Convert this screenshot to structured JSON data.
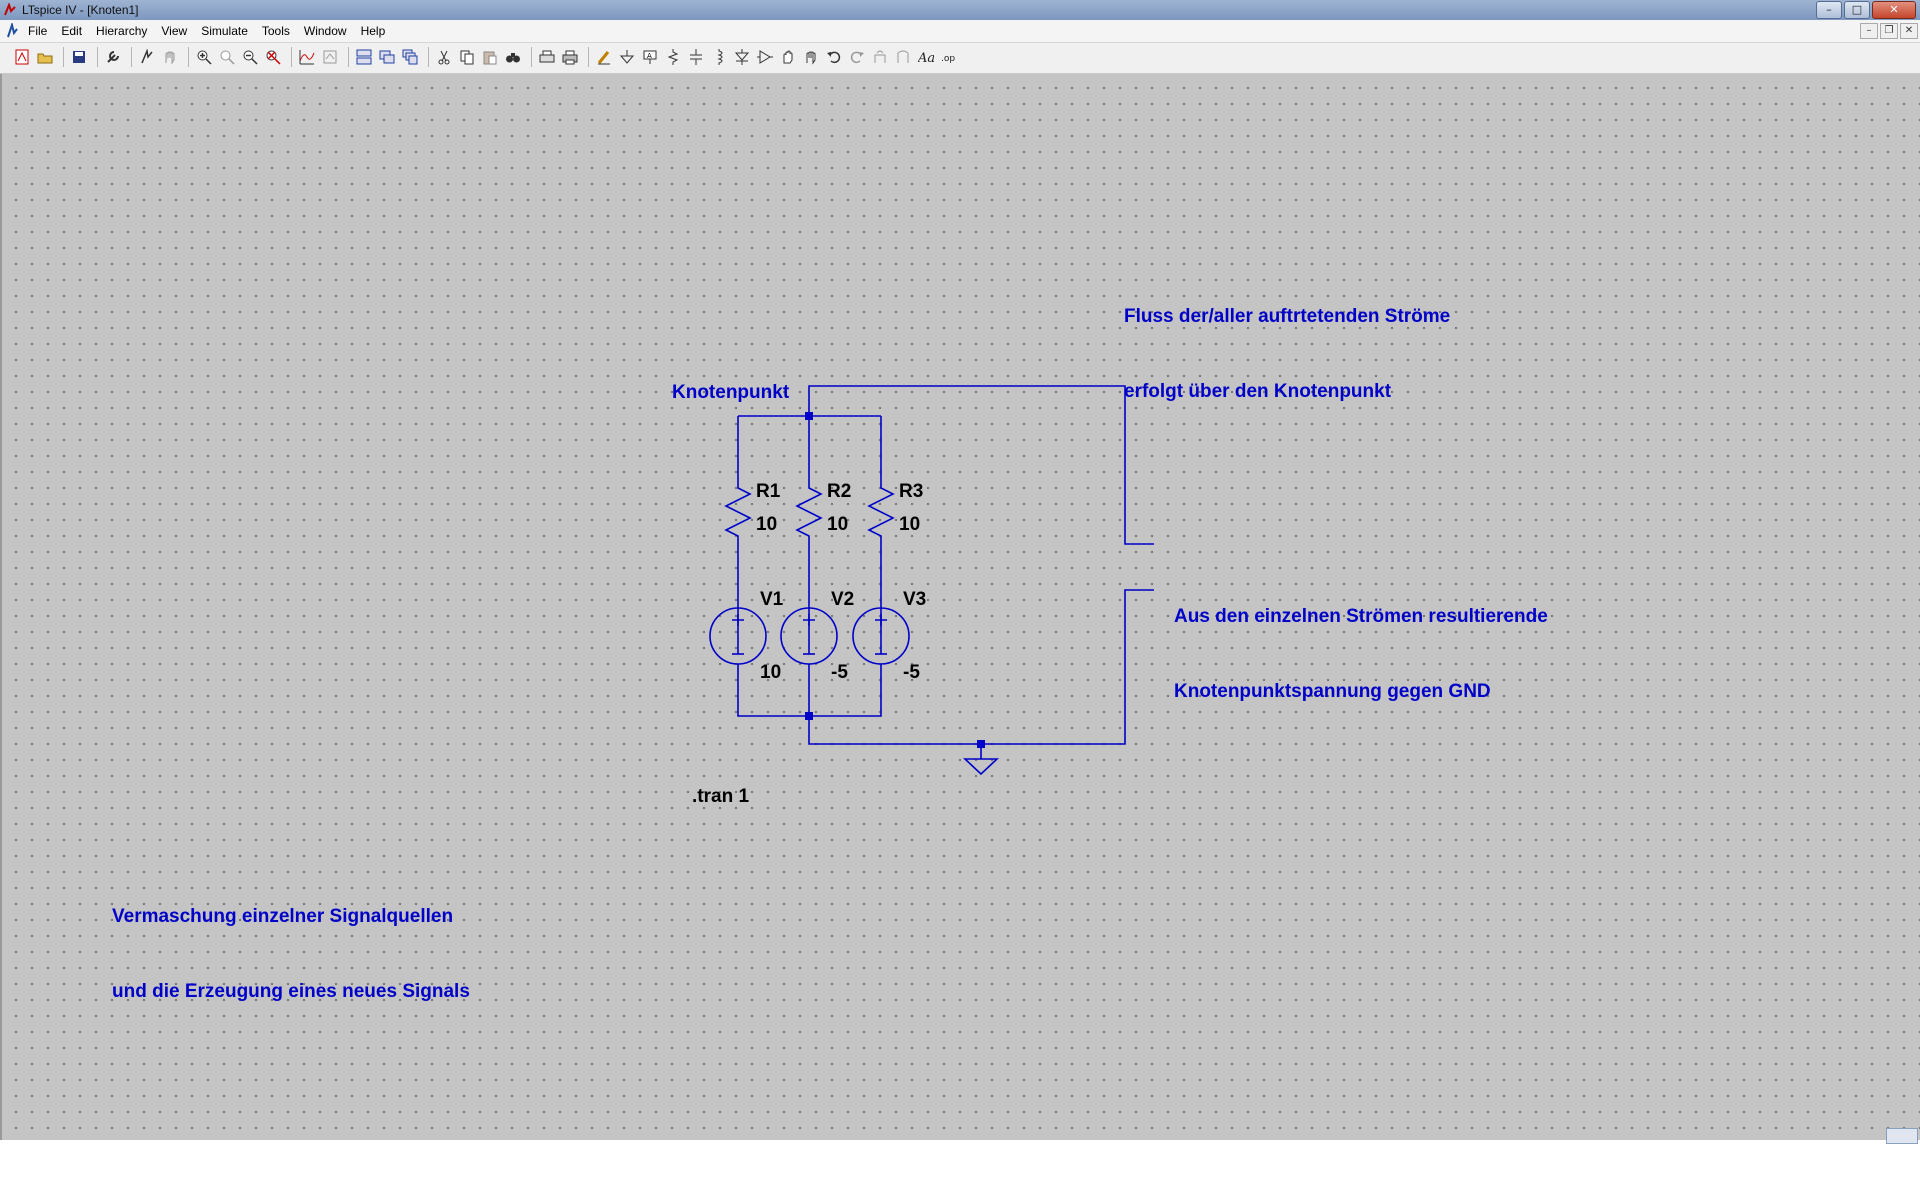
{
  "window": {
    "title": "LTspice IV - [Knoten1]",
    "minimize_label": "–",
    "maximize_label": "□",
    "close_label": "✕"
  },
  "menubar": {
    "items": [
      "File",
      "Edit",
      "Hierarchy",
      "View",
      "Simulate",
      "Tools",
      "Window",
      "Help"
    ],
    "mdi_minimize": "–",
    "mdi_restore": "❐",
    "mdi_close": "✕"
  },
  "toolbar": {
    "icons": [
      "new-schematic-icon",
      "open-icon",
      "save-icon",
      "control-panel-icon",
      "run-icon",
      "halt-icon",
      "zoom-in-icon",
      "pan-icon",
      "zoom-out-icon",
      "zoom-fit-icon",
      "autorange-icon",
      "waveform-icon",
      "tile-horizontal-icon",
      "tile-vertical-icon",
      "cascade-icon",
      "cut-icon",
      "copy-icon",
      "paste-icon",
      "find-icon",
      "print-setup-icon",
      "print-icon",
      "wire-icon",
      "ground-icon",
      "label-net-icon",
      "resistor-icon",
      "capacitor-icon",
      "inductor-icon",
      "diode-icon",
      "component-icon",
      "move-icon",
      "drag-icon",
      "undo-icon",
      "redo-icon",
      "rotate-icon",
      "mirror-icon",
      "text-icon",
      "spice-directive-icon"
    ]
  },
  "schematic": {
    "wire_color": "#0000c8",
    "text_color": "#0000c8",
    "labels": {
      "node_label": "Knotenpunkt",
      "comment_top_line1": "Fluss der/aller auftrtetenden Ströme",
      "comment_top_line2": "erfolgt über den Knotenpunkt",
      "comment_right_line1": "Aus den einzelnen Strömen resultierende",
      "comment_right_line2": "Knotenpunktspannung gegen GND",
      "comment_left_line1": "Vermaschung einzelner Signalquellen",
      "comment_left_line2": "und die Erzeugung eines neues Signals"
    },
    "resistors": [
      {
        "name": "R1",
        "value": "10"
      },
      {
        "name": "R2",
        "value": "10"
      },
      {
        "name": "R3",
        "value": "10"
      }
    ],
    "sources": [
      {
        "name": "V1",
        "value": "10"
      },
      {
        "name": "V2",
        "value": "-5"
      },
      {
        "name": "V3",
        "value": "-5"
      }
    ],
    "directive": ".tran 1"
  }
}
